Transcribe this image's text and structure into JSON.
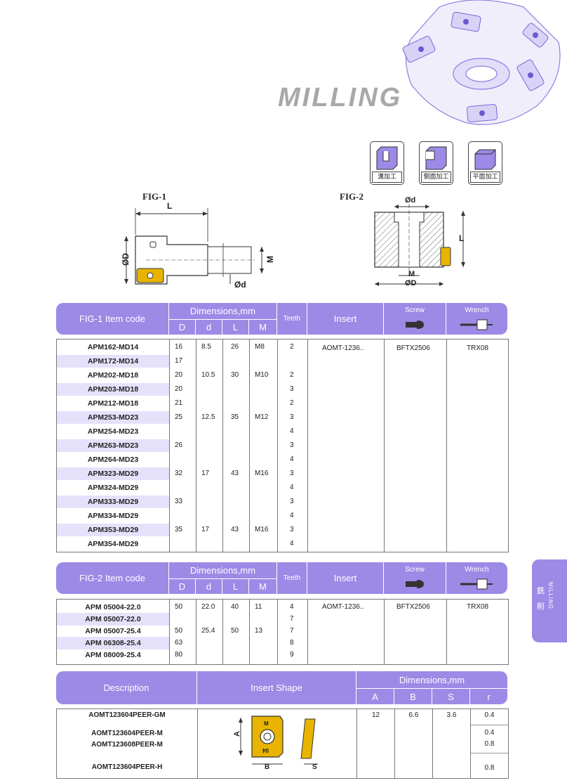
{
  "header": {
    "title": "MILLING"
  },
  "machining_icons": [
    {
      "label": "溝加工",
      "icon": "slot-milling-icon"
    },
    {
      "label": "側面加工",
      "icon": "side-milling-icon"
    },
    {
      "label": "平面加工",
      "icon": "face-milling-icon"
    }
  ],
  "figures": {
    "fig1": {
      "label": "FIG-1",
      "dims": [
        "L",
        "ØD",
        "M",
        "Ød"
      ]
    },
    "fig2": {
      "label": "FIG-2",
      "dims": [
        "Ød",
        "L",
        "M",
        "ØD"
      ]
    }
  },
  "table1": {
    "headers": {
      "code": "FIG-1 Item code",
      "dims": "Dimensions,mm",
      "D": "D",
      "d": "d",
      "L": "L",
      "M": "M",
      "teeth": "Teeth",
      "insert": "Insert",
      "screw": "Screw",
      "wrench": "Wrench"
    },
    "rows": [
      {
        "code": "APM162-MD14",
        "D": "16",
        "d": "8.5",
        "L": "26",
        "M": "M8",
        "teeth": "2",
        "hl": false
      },
      {
        "code": "APM172-MD14",
        "D": "17",
        "d": "",
        "L": "",
        "M": "",
        "teeth": "",
        "hl": true
      },
      {
        "code": "APM202-MD18",
        "D": "20",
        "d": "10.5",
        "L": "30",
        "M": "M10",
        "teeth": "2",
        "hl": false
      },
      {
        "code": "APM203-MD18",
        "D": "20",
        "d": "",
        "L": "",
        "M": "",
        "teeth": "3",
        "hl": true
      },
      {
        "code": "APM212-MD18",
        "D": "21",
        "d": "",
        "L": "",
        "M": "",
        "teeth": "2",
        "hl": false
      },
      {
        "code": "APM253-MD23",
        "D": "25",
        "d": "12.5",
        "L": "35",
        "M": "M12",
        "teeth": "3",
        "hl": true
      },
      {
        "code": "APM254-MD23",
        "D": "",
        "d": "",
        "L": "",
        "M": "",
        "teeth": "4",
        "hl": false
      },
      {
        "code": "APM263-MD23",
        "D": "26",
        "d": "",
        "L": "",
        "M": "",
        "teeth": "3",
        "hl": true
      },
      {
        "code": "APM264-MD23",
        "D": "",
        "d": "",
        "L": "",
        "M": "",
        "teeth": "4",
        "hl": false
      },
      {
        "code": "APM323-MD29",
        "D": "32",
        "d": "17",
        "L": "43",
        "M": "M16",
        "teeth": "3",
        "hl": true
      },
      {
        "code": "APM324-MD29",
        "D": "",
        "d": "",
        "L": "",
        "M": "",
        "teeth": "4",
        "hl": false
      },
      {
        "code": "APM333-MD29",
        "D": "33",
        "d": "",
        "L": "",
        "M": "",
        "teeth": "3",
        "hl": true
      },
      {
        "code": "APM334-MD29",
        "D": "",
        "d": "",
        "L": "",
        "M": "",
        "teeth": "4",
        "hl": false
      },
      {
        "code": "APM353-MD29",
        "D": "35",
        "d": "17",
        "L": "43",
        "M": "M16",
        "teeth": "3",
        "hl": true
      },
      {
        "code": "APM354-MD29",
        "D": "",
        "d": "",
        "L": "",
        "M": "",
        "teeth": "4",
        "hl": false
      }
    ],
    "insert": "AOMT-1236..",
    "screw": "BFTX2506",
    "wrench": "TRX08"
  },
  "table2": {
    "headers": {
      "code": "FIG-2 Item code",
      "dims": "Dimensions,mm",
      "D": "D",
      "d": "d",
      "L": "L",
      "M": "M",
      "teeth": "Teeth",
      "insert": "Insert",
      "screw": "Screw",
      "wrench": "Wrench"
    },
    "rows": [
      {
        "code": "APM 05004-22.0",
        "D": "50",
        "d": "22.0",
        "L": "40",
        "M": "11",
        "teeth": "4",
        "hl": false
      },
      {
        "code": "APM 05007-22.0",
        "D": "",
        "d": "",
        "L": "",
        "M": "",
        "teeth": "7",
        "hl": true
      },
      {
        "code": "APM 05007-25.4",
        "D": "50",
        "d": "25.4",
        "L": "50",
        "M": "13",
        "teeth": "7",
        "hl": false
      },
      {
        "code": "APM 06308-25.4",
        "D": "63",
        "d": "",
        "L": "",
        "M": "",
        "teeth": "8",
        "hl": true
      },
      {
        "code": "APM 08009-25.4",
        "D": "80",
        "d": "",
        "L": "",
        "M": "",
        "teeth": "9",
        "hl": false
      }
    ],
    "insert": "AOMT-1236..",
    "screw": "BFTX2506",
    "wrench": "TRX08"
  },
  "table3": {
    "headers": {
      "description": "Description",
      "shape": "Insert Shape",
      "dims": "Dimensions,mm",
      "A": "A",
      "B": "B",
      "S": "S",
      "r": "r"
    },
    "rows": [
      {
        "code": "AOMT123604PEER-GM",
        "A": "12",
        "B": "6.6",
        "S": "3.6",
        "r": "0.4"
      },
      {
        "code": "AOMT123604PEER-M",
        "A": "",
        "B": "",
        "S": "",
        "r": "0.4"
      },
      {
        "code": "AOMT123608PEER-M",
        "A": "",
        "B": "",
        "S": "",
        "r": "0.8"
      },
      {
        "code": "AOMT123604PEER-H",
        "A": "",
        "B": "",
        "S": "",
        "r": "0.8"
      }
    ],
    "shape_labels": {
      "A": "A",
      "B": "B",
      "S": "S",
      "M": "M",
      "04": "04"
    }
  },
  "side_tab": {
    "cjk_1": "銑",
    "cjk_2": "削",
    "en": "MILLING"
  },
  "colors": {
    "accent": "#9c8ae6",
    "highlight": "#e6e1fb",
    "insert_gold": "#e8b400"
  }
}
